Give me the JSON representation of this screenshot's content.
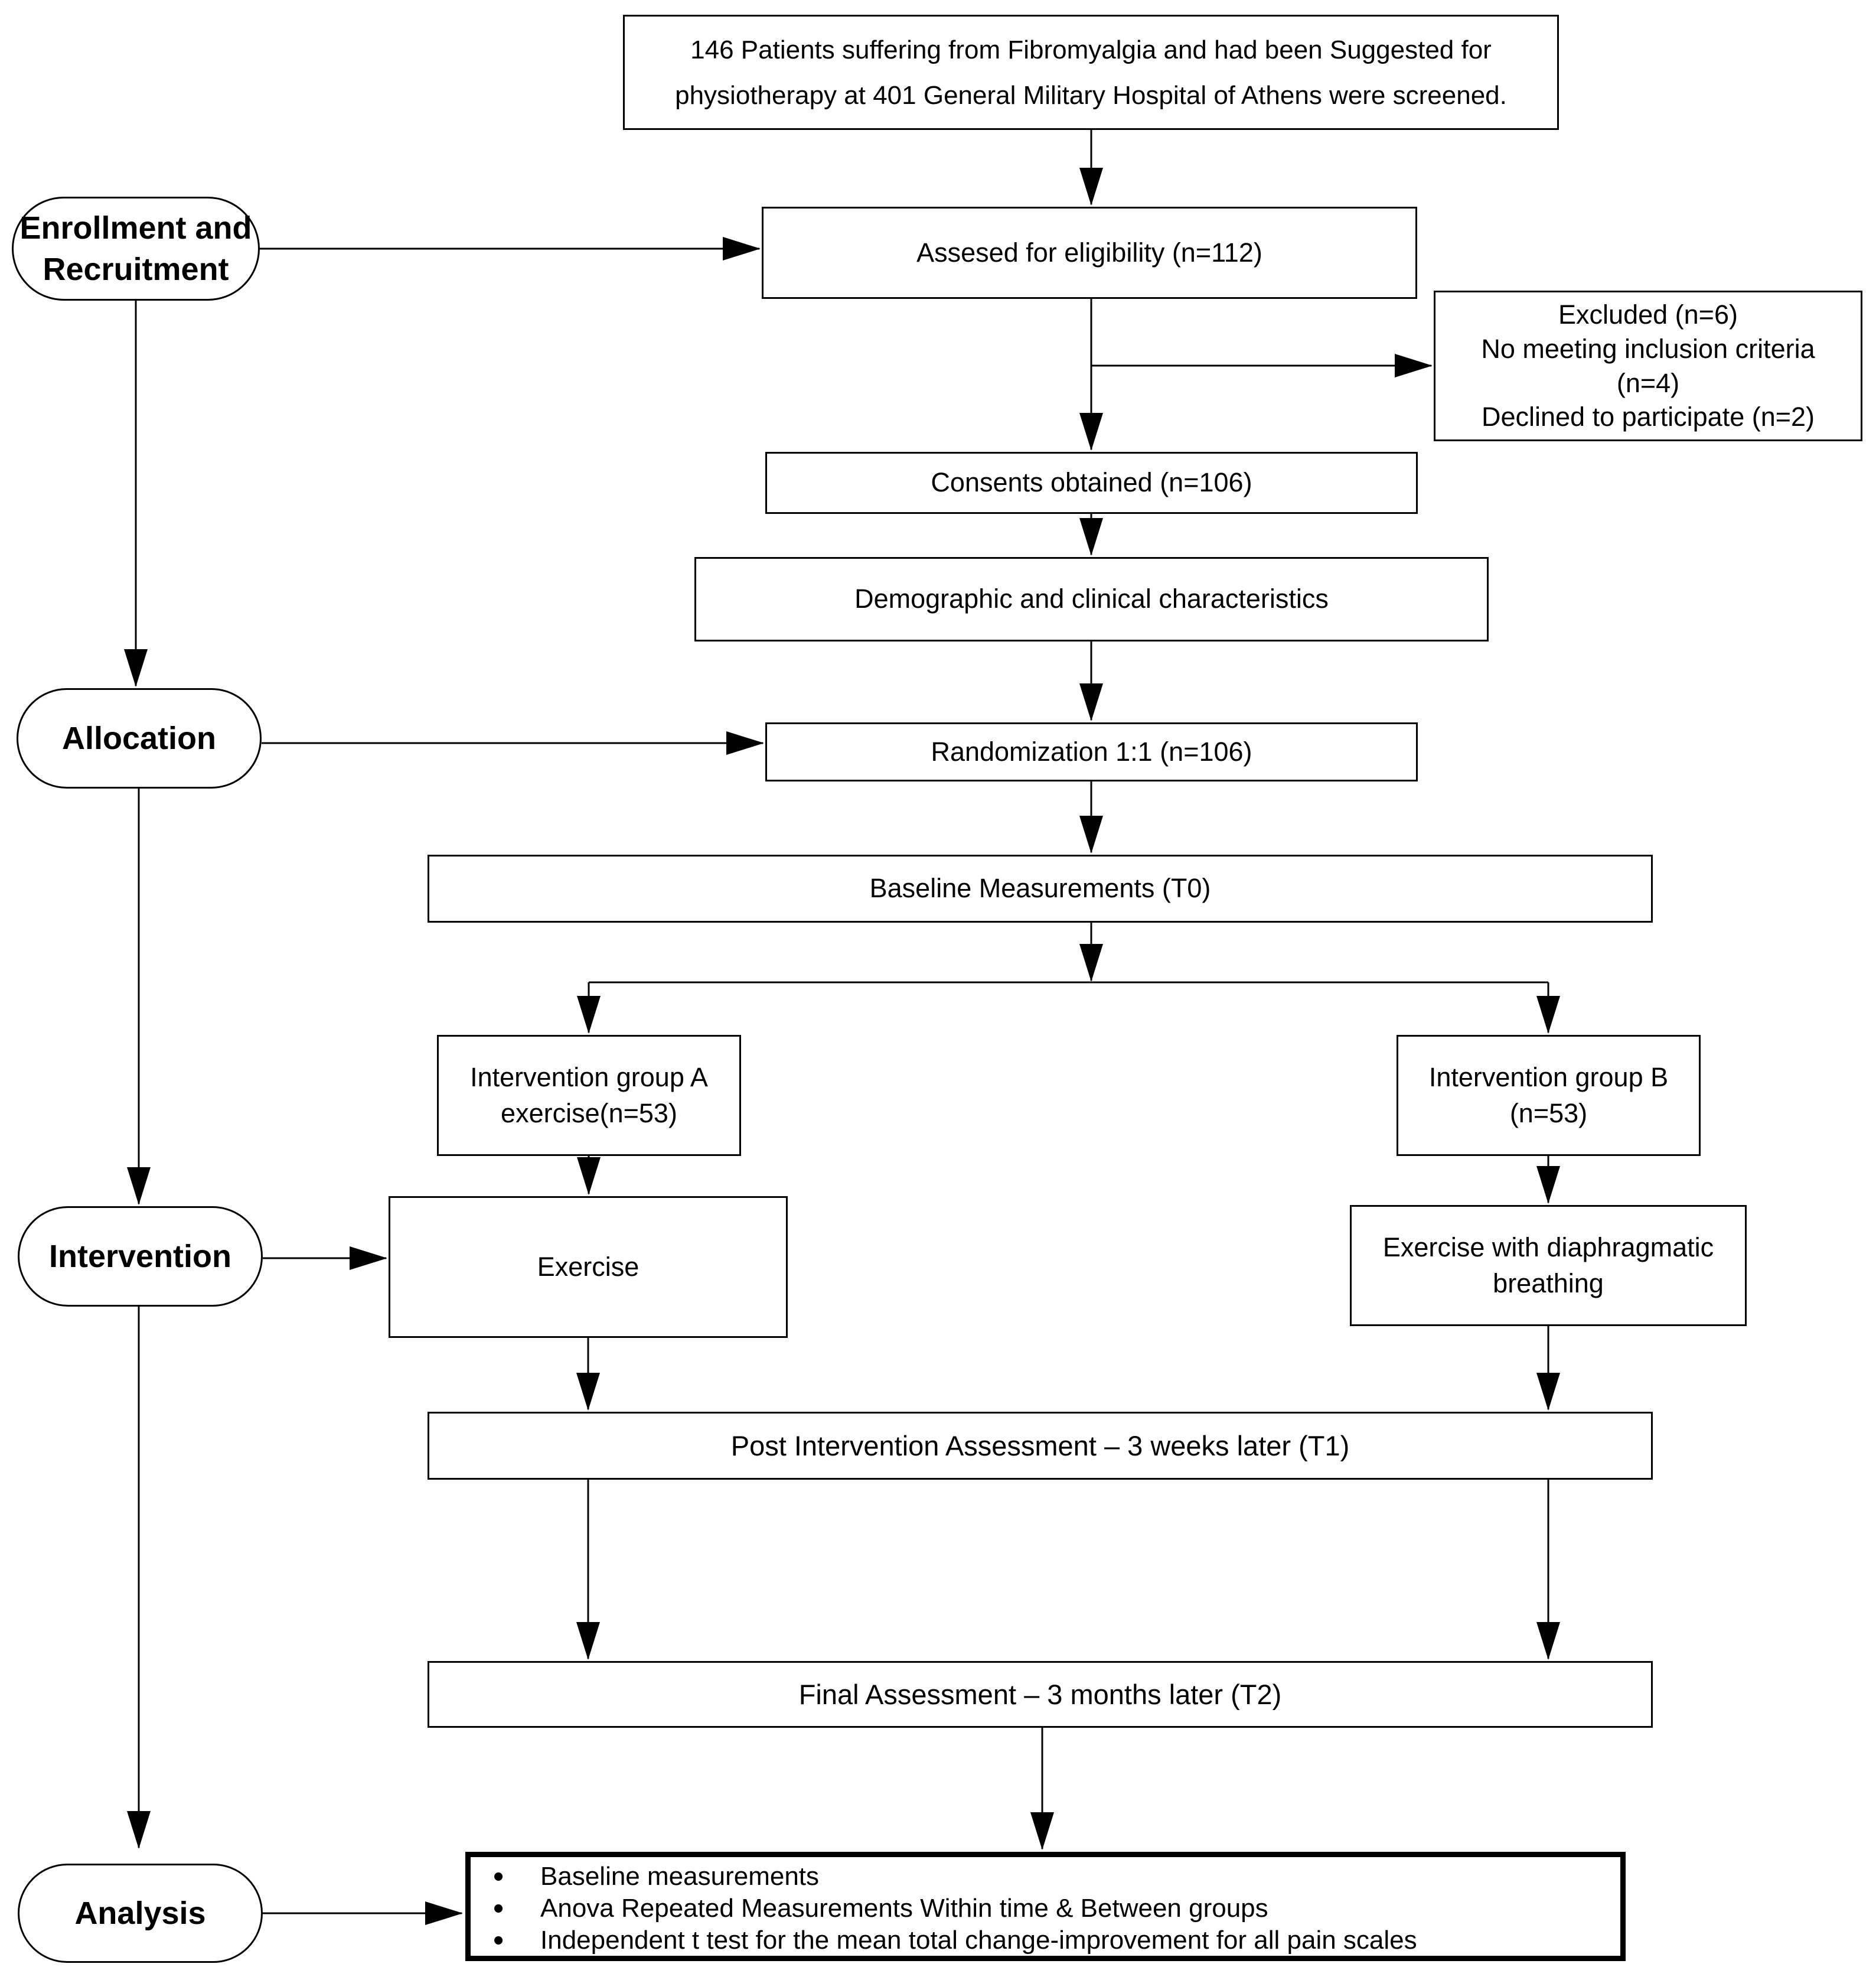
{
  "diagram": {
    "title_box": "146 Patients suffering from Fibromyalgia and had been Suggested for\nphysiotherapy at 401 General Military Hospital of Athens were screened.",
    "stages": {
      "enrollment": "Enrollment and\nRecruitment",
      "allocation": "Allocation",
      "intervention": "Intervention",
      "analysis": "Analysis"
    },
    "boxes": {
      "assessed": "Assesed for eligibility (n=112)",
      "excluded": "Excluded (n=6)\nNo meeting inclusion criteria\n(n=4)\nDeclined to participate (n=2)",
      "consents": "Consents obtained (n=106)",
      "demographics": "Demographic and clinical characteristics",
      "randomization": "Randomization 1:1 (n=106)",
      "baseline": "Baseline Measurements (T0)",
      "group_a": "Intervention group A\nexercise(n=53)",
      "group_b": "Intervention group B\n(n=53)",
      "exercise": "Exercise",
      "exercise_breathing": "Exercise with diaphragmatic\nbreathing",
      "post_intervention": "Post Intervention Assessment – 3 weeks later (T1)",
      "final_assessment": "Final Assessment – 3 months later (T2)"
    },
    "analysis_items": [
      "Baseline measurements",
      "Anova Repeated Measurements Within time & Between groups",
      "Independent t test for the mean total change-improvement for all pain scales"
    ],
    "colors": {
      "line": "#000000",
      "box_border": "#000000",
      "background": "#ffffff",
      "text": "#000000"
    }
  }
}
